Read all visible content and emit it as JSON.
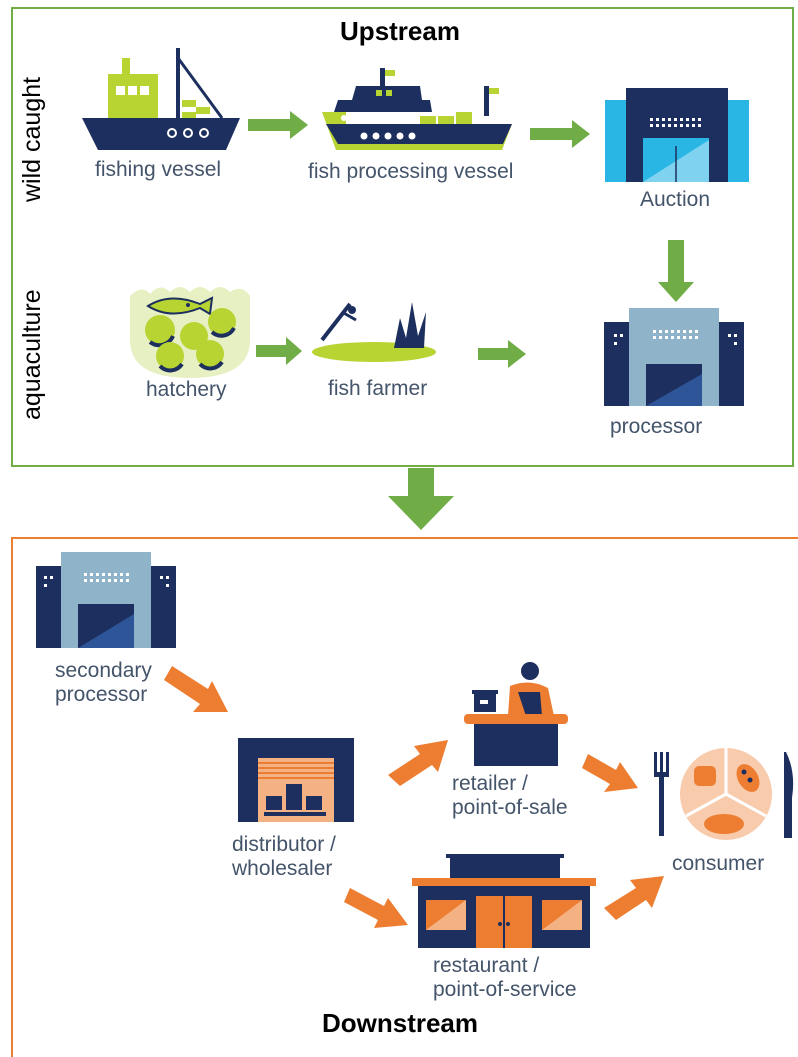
{
  "headings": {
    "upstream": "Upstream",
    "downstream": "Downstream"
  },
  "side_labels": {
    "wild_caught": "wild caught",
    "aquaculture": "aquaculture"
  },
  "nodes": {
    "fishing_vessel": "fishing vessel",
    "fish_processing_vessel": "fish processing vessel",
    "auction": "Auction",
    "hatchery": "hatchery",
    "fish_farmer": "fish farmer",
    "processor": "processor",
    "secondary_processor": [
      "secondary",
      "processor"
    ],
    "distributor": [
      "distributor /",
      "wholesaler"
    ],
    "retailer": [
      "retailer /",
      "point-of-sale"
    ],
    "consumer": "consumer",
    "restaurant": [
      "restaurant /",
      "point-of-service"
    ]
  },
  "colors": {
    "navy": "#1c2f5e",
    "lime": "#b8d432",
    "green": "#70ad47",
    "orange": "#ed7d31",
    "steel": "#8fb3c9",
    "cyan": "#29b6e5"
  }
}
